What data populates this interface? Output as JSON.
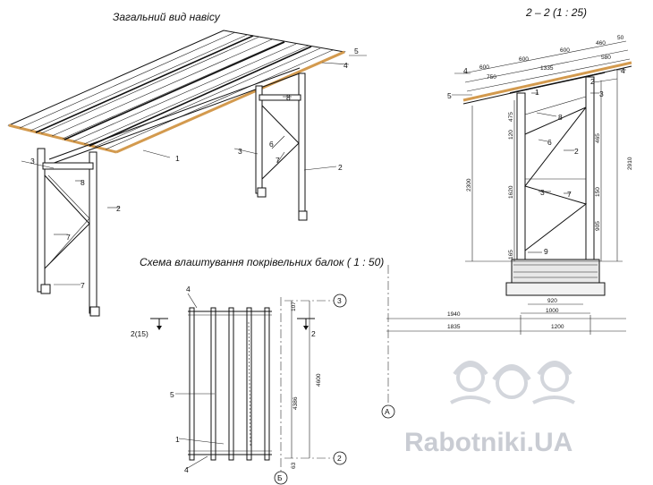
{
  "titles": {
    "general_view": "Загальний вид навісу",
    "section": "2 – 2 (1 : 25)",
    "scheme": "Схема влаштування покрівельних балок ( 1 : 50)"
  },
  "labels": {
    "p1": "1",
    "p2": "2",
    "p3": "3",
    "p4": "4",
    "p5": "5",
    "p6": "6",
    "p7": "7",
    "p8": "8",
    "p9": "9",
    "section_mark": "2(15)",
    "section_mark_right": "2"
  },
  "axes": {
    "a3": "3",
    "a2": "2",
    "ab": "Б",
    "aa": "А"
  },
  "dims": {
    "d600a": "600",
    "d600b": "600",
    "d600c": "600",
    "d460": "460",
    "d750": "750",
    "d1335": "1335",
    "d580": "580",
    "d50": "50",
    "d475": "475",
    "d120": "120",
    "d465": "465",
    "d2300": "2300",
    "d2910": "2910",
    "d1620": "1620",
    "d150": "150",
    "d905": "905",
    "d165": "165",
    "d920": "920",
    "d1000": "1000",
    "d1940": "1940",
    "d1835": "1835",
    "d1200": "1200",
    "d4386": "4386",
    "d4600": "4600",
    "d107": "107",
    "d63": "63"
  },
  "watermark": "Rabotniki.UA"
}
